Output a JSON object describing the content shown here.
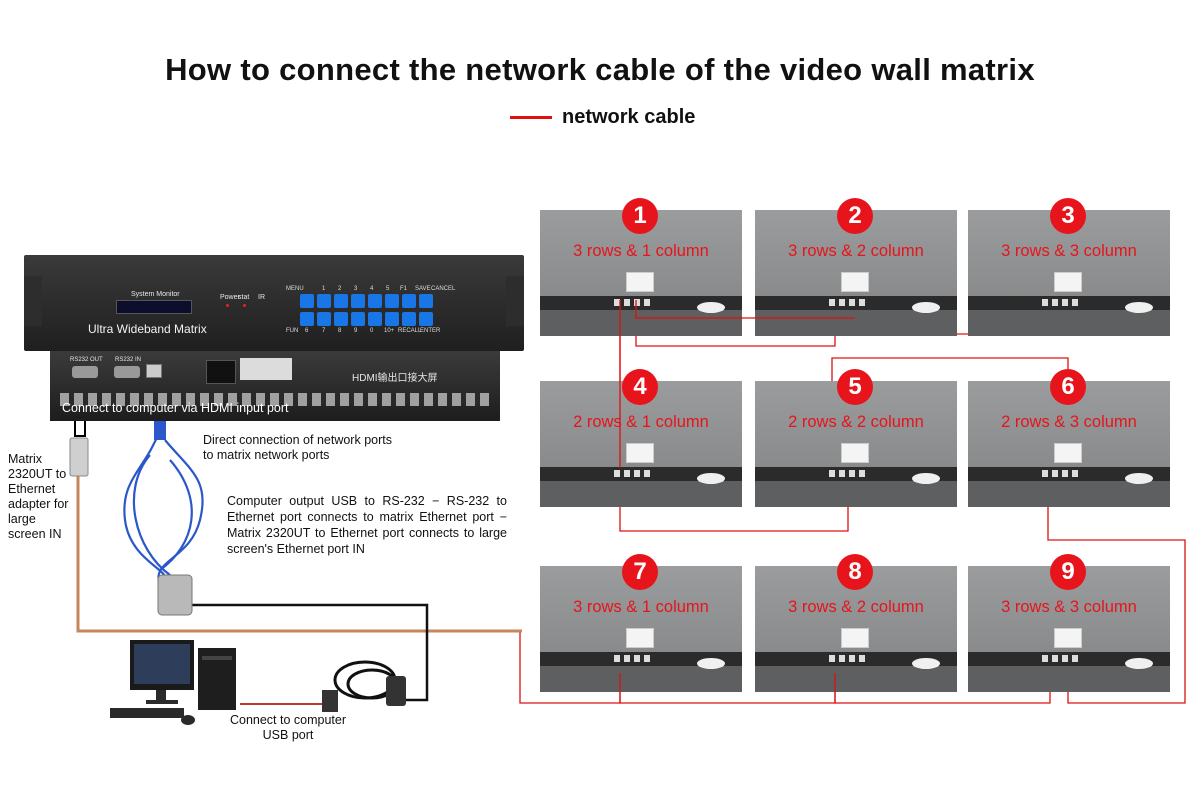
{
  "title": "How to connect the network cable of the video wall matrix",
  "legend": {
    "label": "network cable",
    "color": "#e01010"
  },
  "screens": [
    {
      "number": "1",
      "label": "3 rows & 1 column"
    },
    {
      "number": "2",
      "label": "3 rows & 2 column"
    },
    {
      "number": "3",
      "label": "3 rows & 3 column"
    },
    {
      "number": "4",
      "label": "2 rows & 1 column"
    },
    {
      "number": "5",
      "label": "2 rows & 2 column"
    },
    {
      "number": "6",
      "label": "2 rows & 3 column"
    },
    {
      "number": "7",
      "label": "3 rows & 1 column"
    },
    {
      "number": "8",
      "label": "3 rows & 2 column"
    },
    {
      "number": "9",
      "label": "3 rows & 3 column"
    }
  ],
  "device": {
    "lcd_label": "System Monitor",
    "power_label": "Power",
    "stat_label": "stat",
    "ir_label": "IR",
    "name": "Ultra Wideband Matrix",
    "keys_top": [
      "MENU",
      "1",
      "2",
      "3",
      "4",
      "5",
      "F1",
      "SAVE",
      "CANCEL"
    ],
    "keys_bottom": [
      "FUN",
      "6",
      "7",
      "8",
      "9",
      "0",
      "10+",
      "RECALL",
      "ENTER"
    ],
    "rs232_out": "RS232 OUT",
    "rs232_in": "RS232 IN",
    "hdmi_out_label": "HDMI输出口接大屏",
    "hdmi_input_caption": "Connect to computer via HDMI input port"
  },
  "annotations": {
    "adapter": "Matrix 2320UT to Ethernet adapter for large screen IN",
    "direct": "Direct connection of network ports to matrix network ports",
    "usb_rs232": "Computer output USB to RS-232 − RS-232 to Ethernet port connects to matrix Ethernet port − Matrix 2320UT to Ethernet port connects to large screen's Ethernet port IN",
    "usb_port": "Connect to computer USB port"
  },
  "colors": {
    "badge": "#e8141b",
    "key": "#1976e6",
    "brown_cable": "#c4865a",
    "blue_cable": "#2a57c9"
  }
}
